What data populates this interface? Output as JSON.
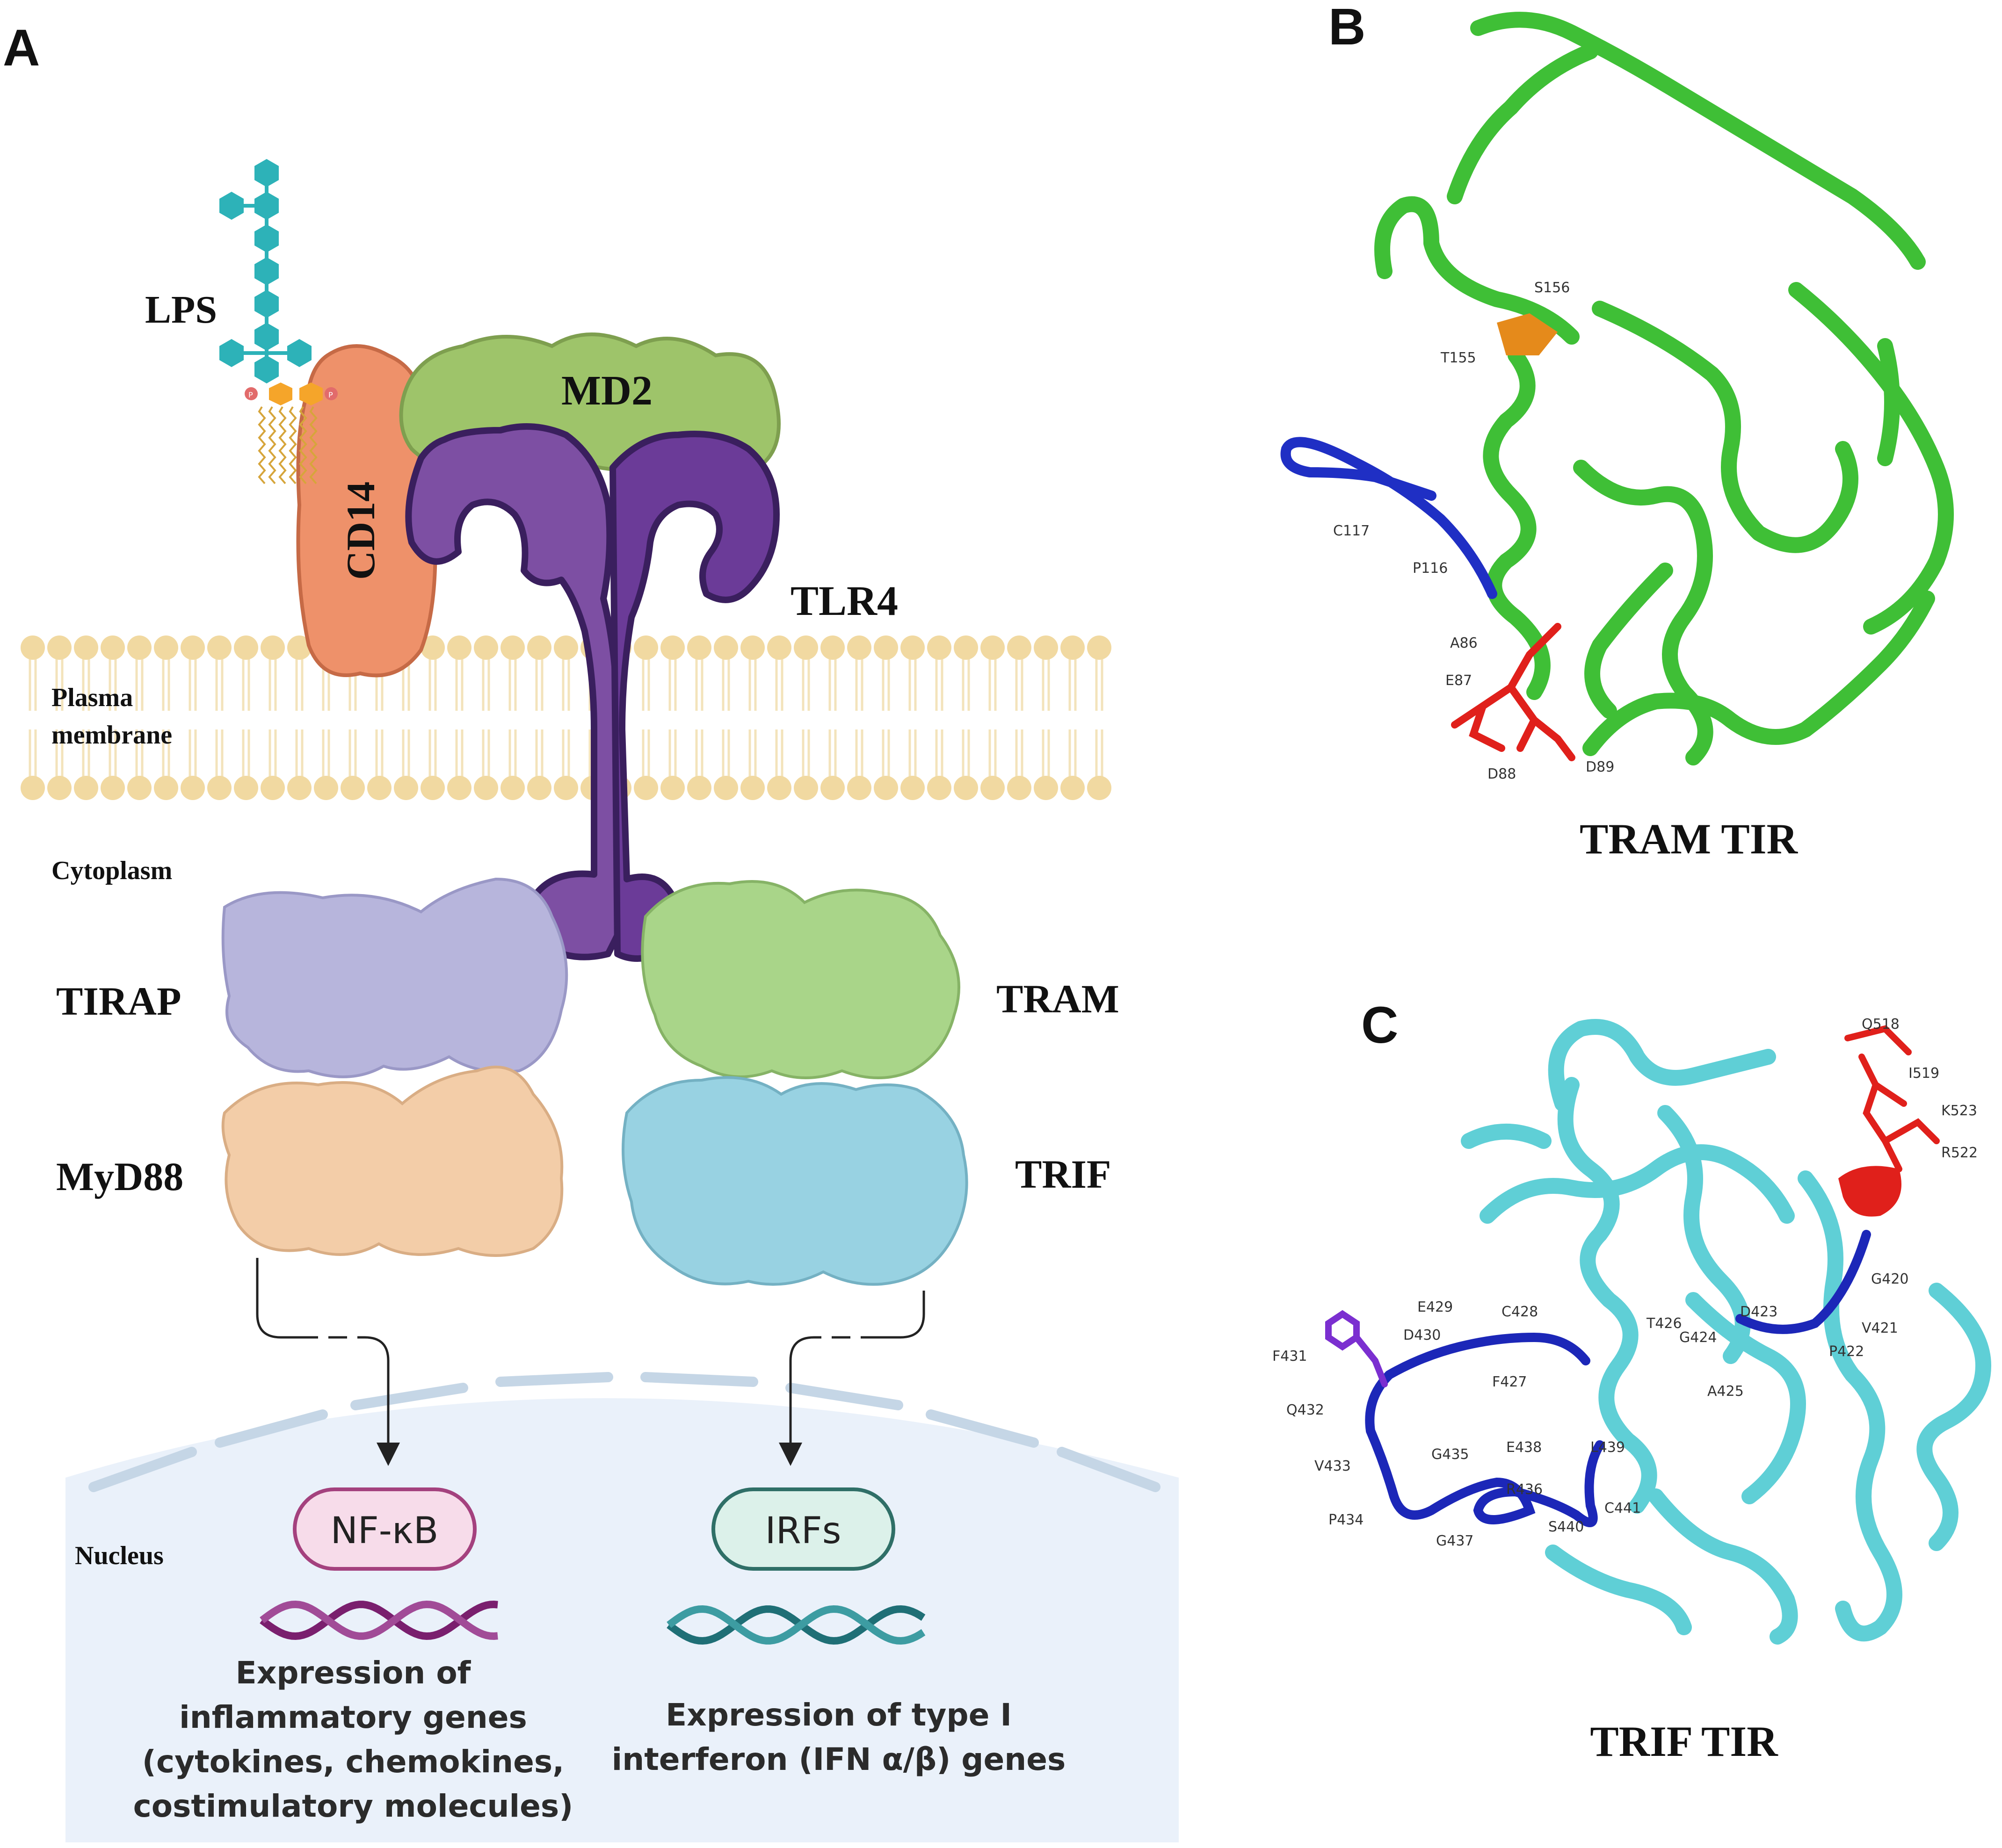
{
  "panel_a": {
    "letter": "A",
    "labels": {
      "lps": "LPS",
      "md2": "MD2",
      "cd14": "CD14",
      "tlr4": "TLR4",
      "membrane_line1": "Plasma",
      "membrane_line2": "membrane",
      "cytoplasm": "Cytoplasm",
      "tirap": "TIRAP",
      "myd88": "MyD88",
      "tram": "TRAM",
      "trif": "TRIF",
      "nucleus": "Nucleus",
      "nfkb": "NF-κB",
      "irfs": "IRFs",
      "phosphate": "P"
    },
    "left_output": [
      "Expression of",
      "inflammatory genes",
      "(cytokines, chemokines,",
      "costimulatory molecules)"
    ],
    "right_output": [
      "Expression of type I",
      "interferon (IFN α/β) genes"
    ],
    "colors": {
      "membrane": "#f1d9a1",
      "cd14": "#ee916a",
      "md2": "#9ec46a",
      "tlr4": "#6a3f96",
      "tirap": "#b7b5dc",
      "myd88": "#f3cda8",
      "tram": "#a9d589",
      "trif": "#98d2e2",
      "lps": "#2db2b8",
      "nucleus": "#eaf1fa",
      "nfkb_fill": "#f7dcea",
      "nfkb_stroke": "#a4417e",
      "irfs_fill": "#dcf1ea",
      "irfs_stroke": "#2f6f67"
    }
  },
  "panel_b": {
    "letter": "B",
    "title": "TRAM TIR",
    "residues": [
      "S156",
      "T155",
      "C117",
      "P116",
      "A86",
      "E87",
      "D88",
      "D89"
    ],
    "colors": {
      "ribbon": "#3fbf36",
      "loop": "#1f2fc4",
      "highlight": "#e0201b",
      "accent": "#e58a1b"
    }
  },
  "panel_c": {
    "letter": "C",
    "title": "TRIF TIR",
    "residues": [
      "Q518",
      "I519",
      "K523",
      "R522",
      "G420",
      "V421",
      "P422",
      "D423",
      "G424",
      "T426",
      "A425",
      "C428",
      "E429",
      "D430",
      "F431",
      "F427",
      "Q432",
      "V433",
      "P434",
      "G435",
      "R436",
      "G437",
      "E438",
      "L439",
      "S440",
      "C441"
    ],
    "colors": {
      "ribbon": "#5fcfd6",
      "loop": "#1c27b8",
      "highlight": "#e0201b",
      "accent": "#7b2fd0"
    }
  }
}
